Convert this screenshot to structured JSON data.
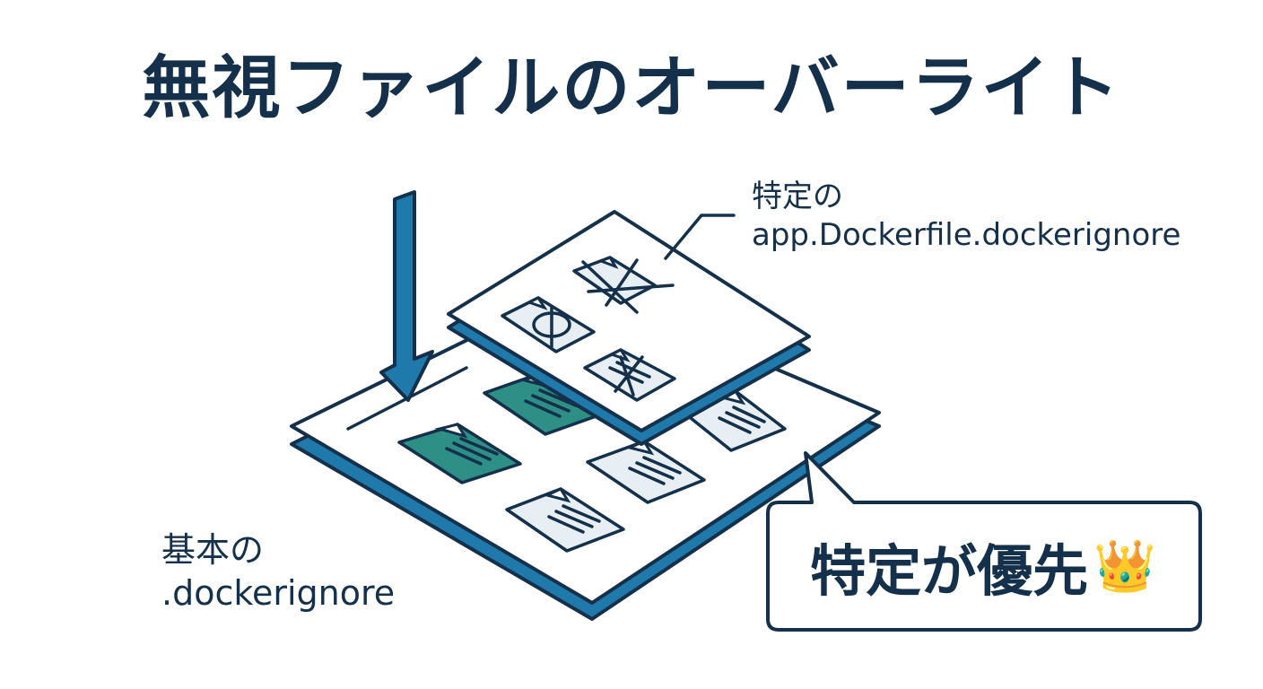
{
  "title": "無視ファイルのオーバーライト",
  "specific_label": {
    "line1": "特定の",
    "line2": "app.Dockerfile.dockerignore"
  },
  "base_label": {
    "line1": "基本の",
    "line2": ".dockerignore"
  },
  "callout": {
    "text": "特定が優先",
    "icon": "crown-icon"
  },
  "colors": {
    "navy": "#14304a",
    "blue": "#1f7aab",
    "teal": "#2e8f86",
    "doc_fill": "#e7eef4",
    "white": "#ffffff"
  }
}
